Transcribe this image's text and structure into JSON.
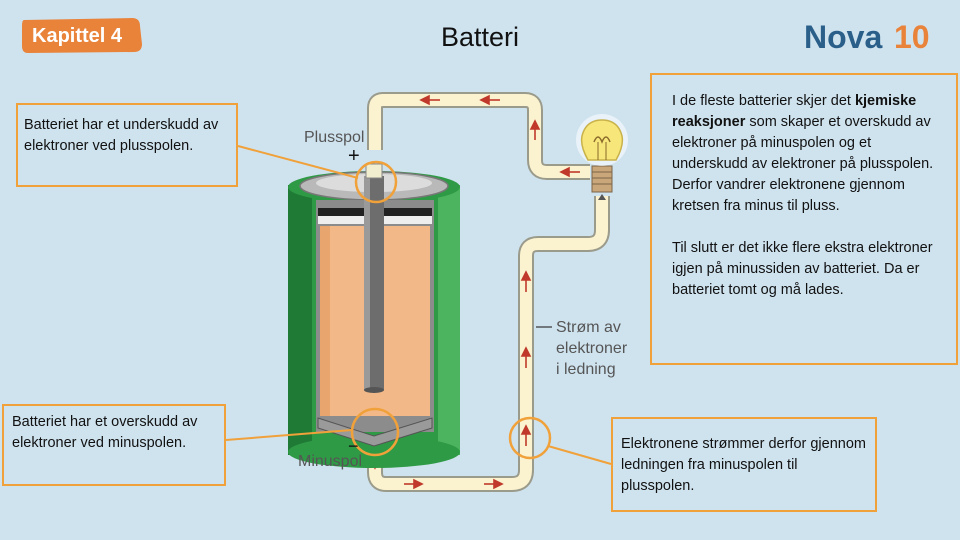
{
  "header": {
    "chapter_badge": "Kapittel 4",
    "title": "Batteri",
    "logo_text": "Nova",
    "logo_number": "10"
  },
  "diagram": {
    "plus_pole_label": "Plusspol",
    "minus_pole_label": "Minuspol",
    "plus_symbol": "+",
    "minus_symbol": "−",
    "current_label_line1": "Strøm av",
    "current_label_line2": "elektroner",
    "current_label_line3": "i ledning"
  },
  "callouts": {
    "plus_side": "Batteriet har et underskudd av elektroner ved plusspolen.",
    "minus_side": "Batteriet har et overskudd av elektroner ved minuspolen.",
    "explanation_p1_before": "I de fleste batterier skjer det ",
    "explanation_p1_bold": "kjemiske reaksjoner",
    "explanation_p1_after": " som skaper et overskudd av elektroner på minuspolen og et underskudd av elektroner på plusspolen. Derfor vandrer elektronene gjennom kretsen fra minus til pluss.",
    "explanation_p2": "Til slutt er det ikke flere ekstra elektroner igjen på minussiden av batteriet.  Da er batteriet tomt og må lades.",
    "flow": "Elektronene strømmer derfor gjennom ledningen fra minuspolen til plusspolen."
  },
  "colors": {
    "background": "#cfe3ef",
    "callout_border": "#f0a13a",
    "casing_green": "#2f9a45",
    "electrolyte": "#f3b887",
    "wire": "#fbf3cf",
    "arrow": "#c0392b"
  }
}
